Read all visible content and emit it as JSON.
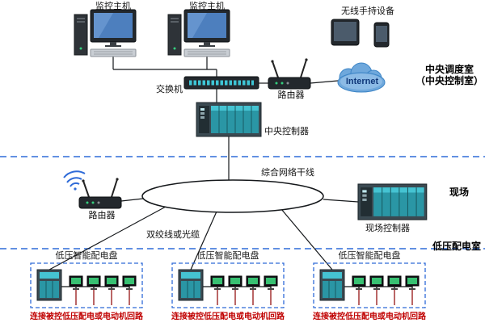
{
  "diagram": {
    "devices": {
      "host1": "监控主机",
      "host2": "监控主机",
      "wireless": "无线手持设备",
      "switch": "交换机",
      "router_top": "路由器",
      "internet": "Internet",
      "central_controller": "中央控制器",
      "trunk": "综合网络干线",
      "router_left": "路由器",
      "field_controller": "现场控制器",
      "cable_label": "双绞线或光缆"
    },
    "panels": [
      {
        "title": "低压智能配电盘",
        "caption": "连接被控低压配电或电动机回路"
      },
      {
        "title": "低压智能配电盘",
        "caption": "连接被控低压配电或电动机回路"
      },
      {
        "title": "低压智能配电盘",
        "caption": "连接被控低压配电或电动机回路"
      }
    ],
    "zones": {
      "top_line1": "中央调度室",
      "top_line2": "（中央控制室）",
      "middle": "现场",
      "bottom": "低压配电室"
    },
    "colors": {
      "separator": "#2f6bd8",
      "panel_border": "#2f6bd8",
      "caption_red": "#c00000",
      "plc_teal": "#2a96a5",
      "screen_green": "#38c172",
      "cloud_blue": "#6fa8dc"
    }
  }
}
